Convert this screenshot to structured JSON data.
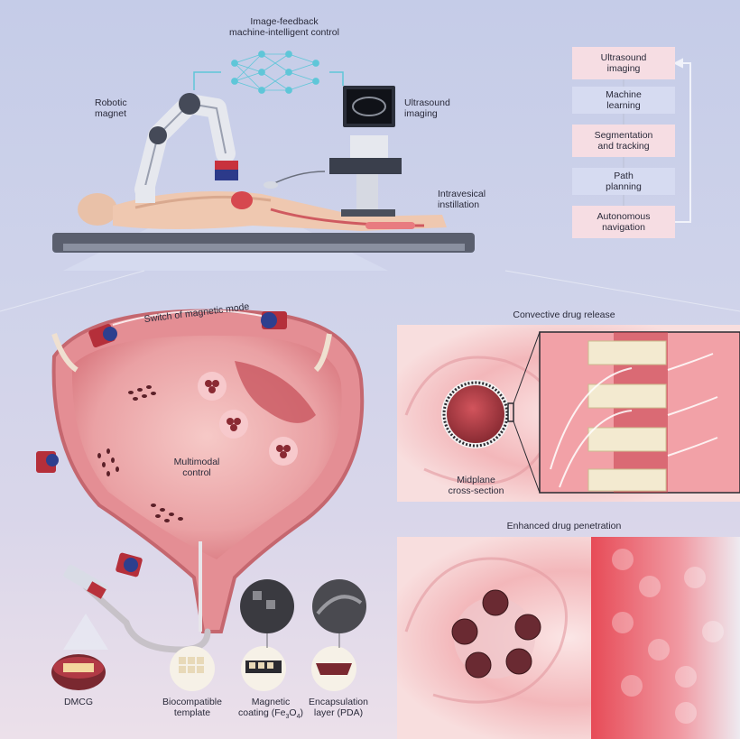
{
  "top": {
    "control_title": "Image-feedback\nmachine-intelligent control",
    "robotic_magnet": "Robotic\nmagnet",
    "ultrasound_imaging": "Ultrasound\nimaging",
    "intravesical_instillation": "Intravesical\ninstillation"
  },
  "flow": {
    "steps": [
      "Ultrasound\nimaging",
      "Machine\nlearning",
      "Segmentation\nand tracking",
      "Path\nplanning",
      "Autonomous\nnavigation"
    ]
  },
  "bladder": {
    "switch_mode": "Switch of magnetic mode",
    "multimodal": "Multimodal\ncontrol"
  },
  "release": {
    "title": "Convective drug release",
    "midplane": "Midplane\ncross-section"
  },
  "penetration": {
    "title": "Enhanced drug penetration"
  },
  "components": {
    "dmcg": "DMCG",
    "template": "Biocompatible\ntemplate",
    "magnetic": "Magnetic\ncoating (Fe",
    "magnetic_sub": "3",
    "magnetic_o": "O",
    "magnetic_sub2": "4",
    "magnetic_end": ")",
    "encapsulation": "Encapsulation\nlayer (PDA)"
  },
  "colors": {
    "flow_pink": "#f6dde3",
    "flow_blue": "#d6dbf1",
    "tissue": "#e8a2a8"
  }
}
